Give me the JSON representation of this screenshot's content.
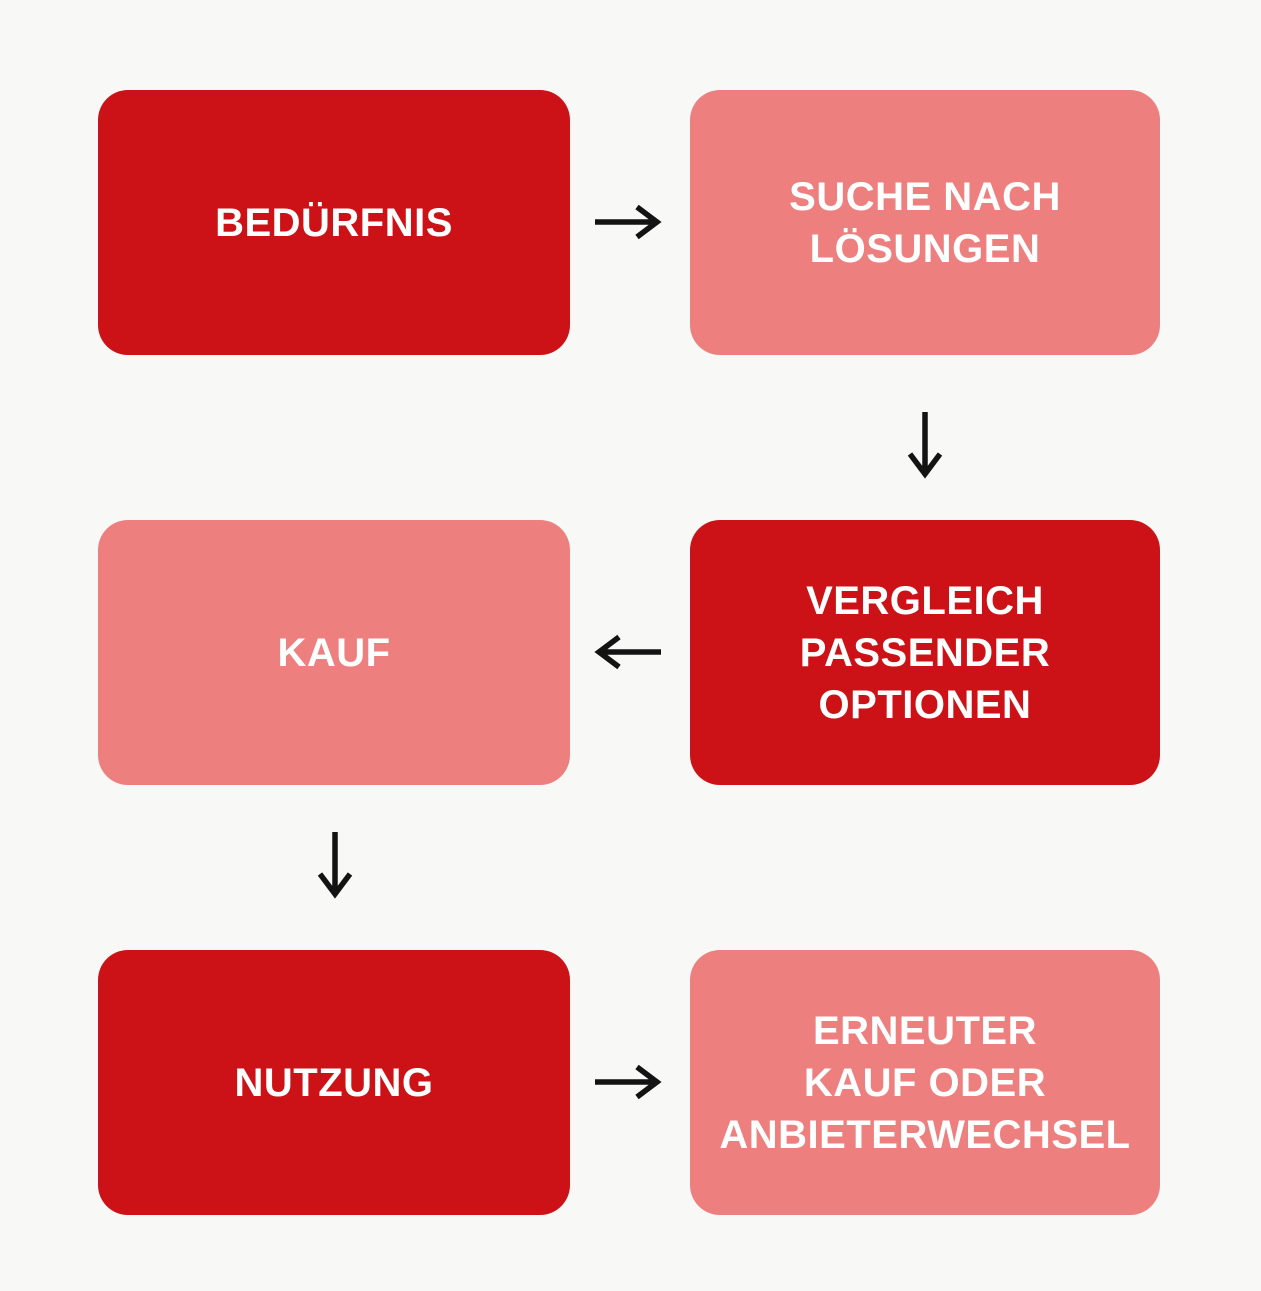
{
  "diagram": {
    "type": "flowchart",
    "background_color": "#f8f8f6",
    "colors": {
      "dark_red": "#cc1216",
      "light_pink": "#ee7f7f",
      "label_text": "#ffffff",
      "arrow": "#131313"
    },
    "nodes": {
      "beduerfnis": {
        "label": "BEDÜRFNIS",
        "variant": "dark"
      },
      "suche": {
        "label": "SUCHE NACH\nLÖSUNGEN",
        "variant": "light"
      },
      "kauf": {
        "label": "KAUF",
        "variant": "light"
      },
      "vergleich": {
        "label": "VERGLEICH\nPASSENDER\nOPTIONEN",
        "variant": "dark"
      },
      "nutzung": {
        "label": "NUTZUNG",
        "variant": "dark"
      },
      "erneuter_kauf": {
        "label": "ERNEUTER\nKAUF ODER\nANBIETERWECHSEL",
        "variant": "light"
      }
    },
    "arrows": [
      {
        "icon": "arrow-right-icon",
        "from": "beduerfnis",
        "to": "suche"
      },
      {
        "icon": "arrow-down-icon",
        "from": "suche",
        "to": "vergleich"
      },
      {
        "icon": "arrow-left-icon",
        "from": "vergleich",
        "to": "kauf"
      },
      {
        "icon": "arrow-down-icon",
        "from": "kauf",
        "to": "nutzung"
      },
      {
        "icon": "arrow-right-icon",
        "from": "nutzung",
        "to": "erneuter_kauf"
      }
    ]
  }
}
